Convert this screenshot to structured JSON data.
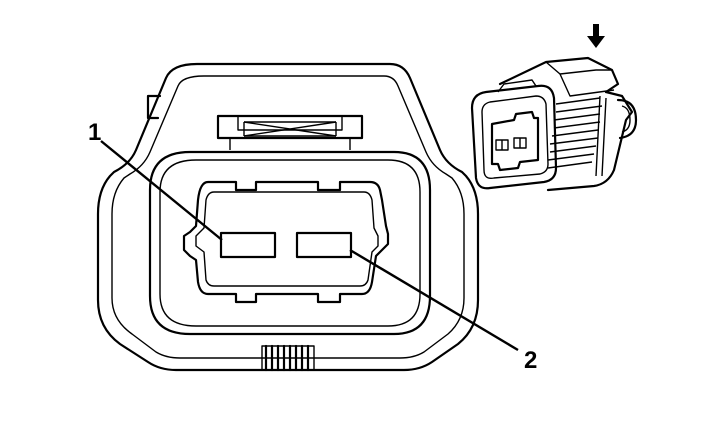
{
  "callouts": [
    {
      "id": "1",
      "label": "1"
    },
    {
      "id": "2",
      "label": "2"
    }
  ],
  "icons": {
    "direction_arrow": "down-arrow-icon"
  },
  "colors": {
    "line": "#000000",
    "background": "#ffffff",
    "inset_shade": "#f2f2f2"
  }
}
